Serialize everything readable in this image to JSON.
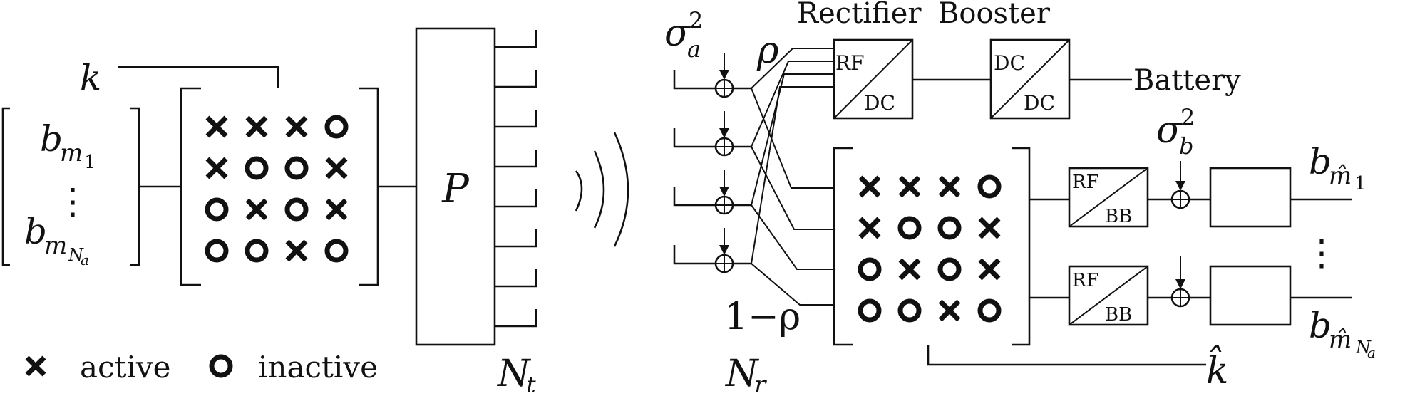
{
  "tx": {
    "k_label": "k",
    "bits": [
      "b",
      "b"
    ],
    "bit_subs": [
      "m₁",
      "mₙₐ"
    ],
    "bit_sub_top": "m",
    "bit_sub_top_idx": "1",
    "bit_sub_bot": "m",
    "bit_sub_bot_idx": "N",
    "bit_sub_bot_idx2": "a",
    "dots": "⋮",
    "precoder": "P",
    "nt_main": "N",
    "nt_sub": "t"
  },
  "tx_pattern": [
    [
      "x",
      "x",
      "x",
      "o"
    ],
    [
      "x",
      "o",
      "o",
      "x"
    ],
    [
      "o",
      "x",
      "o",
      "x"
    ],
    [
      "o",
      "o",
      "x",
      "o"
    ]
  ],
  "rx": {
    "sigma_a_main": "σ",
    "sigma_a_sup": "2",
    "sigma_a_sub": "a",
    "rho": "ρ",
    "one_minus_rho": "1−ρ",
    "nr_main": "N",
    "nr_sub": "r",
    "rectifier_label": "Rectifier",
    "booster_label": "Booster",
    "battery_label": "Battery",
    "rfdc_top": "RF",
    "rfdc_bot": "DC",
    "dcdc_top": "DC",
    "dcdc_bot": "DC",
    "rfbb_top": "RF",
    "rfbb_bot": "BB",
    "sigma_b_main": "σ",
    "sigma_b_sup": "2",
    "sigma_b_sub": "b",
    "out_b": "b",
    "out_sub_m": "m̂",
    "out_sub_top_idx": "1",
    "out_sub_bot_idx": "N",
    "out_sub_bot_idx2": "a",
    "dots": "⋮",
    "khat_label": "k̂"
  },
  "rx_pattern": [
    [
      "x",
      "x",
      "x",
      "o"
    ],
    [
      "x",
      "o",
      "o",
      "x"
    ],
    [
      "o",
      "x",
      "o",
      "x"
    ],
    [
      "o",
      "o",
      "x",
      "o"
    ]
  ],
  "legend": {
    "active_label": "active",
    "inactive_label": "inactive"
  }
}
